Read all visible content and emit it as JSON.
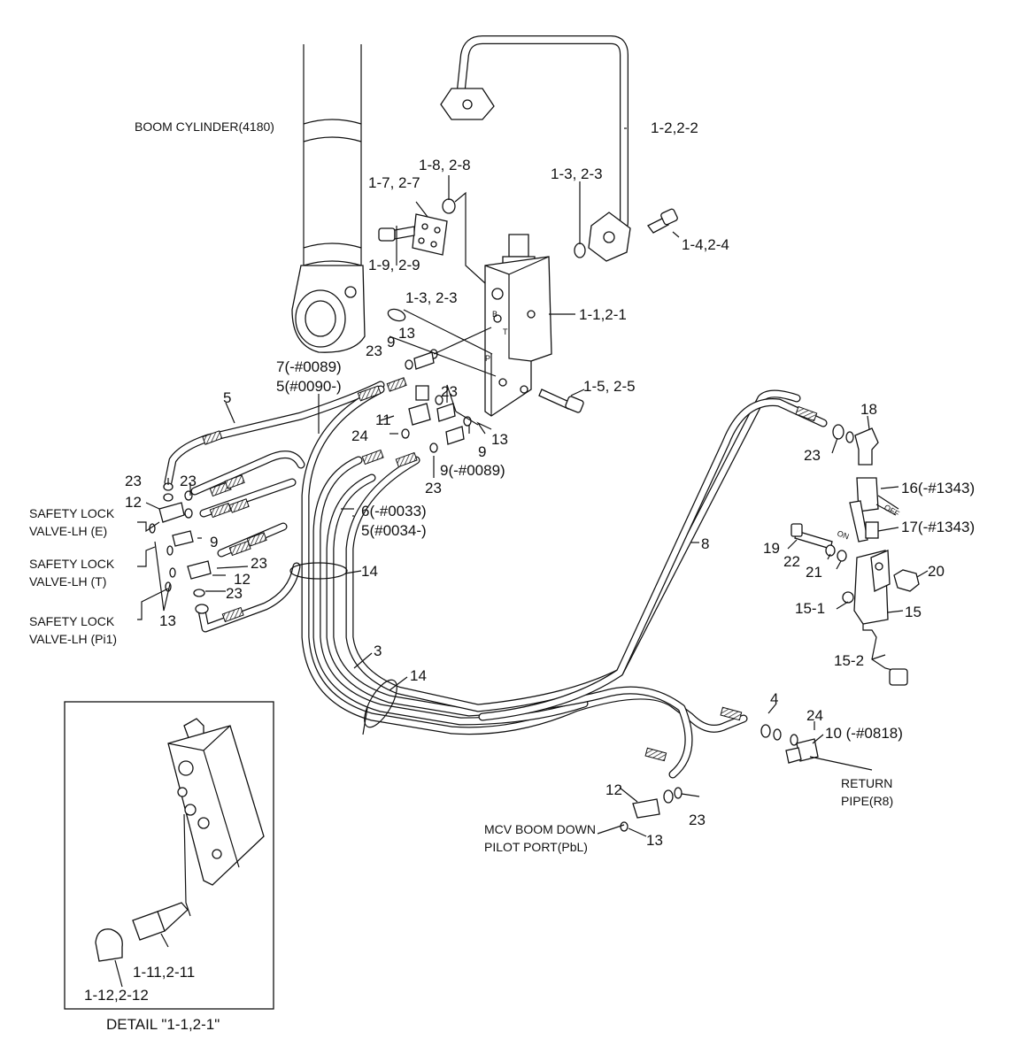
{
  "labels": {
    "boom_cylinder": "BOOM CYLINDER(4180)",
    "p_1_2": "1-2,2-2",
    "p_1_8": "1-8, 2-8",
    "p_1_7": "1-7, 2-7",
    "p_1_3_top": "1-3, 2-3",
    "p_1_4": "1-4,2-4",
    "p_1_9": "1-9, 2-9",
    "p_1_3_mid": "1-3, 2-3",
    "p_1_1": "1-1,2-1",
    "p_9_top": "9",
    "p_13_top": "13",
    "p_23_top": "23",
    "p_7": "7(-#0089)",
    "p_5_0090": "5(#0090-)",
    "p_1_5": "1-5, 2-5",
    "p_5": "5",
    "p_23_mid": "23",
    "p_11": "11",
    "p_24_mid": "24",
    "p_13_mid": "13",
    "p_9_mid": "9",
    "p_9_0089": "9(-#0089)",
    "p_23_low": "23",
    "p_18": "18",
    "p_23_right": "23",
    "p_23_l1": "23",
    "p_23_l2": "23",
    "p_12_l": "12",
    "safety_e_1": "SAFETY LOCK",
    "safety_e_2": "VALVE-LH (E)",
    "p_9_l": "9",
    "p_6": "6(-#0033)",
    "p_5_0034": "5(#0034-)",
    "p_16": "16(-#1343)",
    "p_17": "17(-#1343)",
    "switch_off": "OFF",
    "switch_on": "ON",
    "p_8": "8",
    "p_19": "19",
    "p_22": "22",
    "safety_t_1": "SAFETY LOCK",
    "safety_t_2": "VALVE-LH (T)",
    "p_23_l3": "23",
    "p_12_l2": "12",
    "p_23_l4": "23",
    "p_14_top": "14",
    "p_20": "20",
    "p_21": "21",
    "safety_pi_1": "SAFETY LOCK",
    "safety_pi_2": "VALVE-LH (Pi1)",
    "p_13_l": "13",
    "p_15_1": "15-1",
    "p_15": "15",
    "p_3": "3",
    "p_15_2": "15-2",
    "p_14_low": "14",
    "p_4": "4",
    "p_24_right": "24",
    "p_10": "10 (-#0818)",
    "return_1": "RETURN",
    "return_2": "PIPE(R8)",
    "p_12_low": "12",
    "p_23_bottom": "23",
    "mcv_1": "MCV BOOM DOWN",
    "mcv_2": "PILOT PORT(PbL)",
    "p_13_bottom": "13",
    "p_1_11": "1-11,2-11",
    "p_1_12": "1-12,2-12",
    "detail_title": "DETAIL \"1-1,2-1\"",
    "port_b": "B",
    "port_t": "T",
    "port_pi": "Pi"
  }
}
